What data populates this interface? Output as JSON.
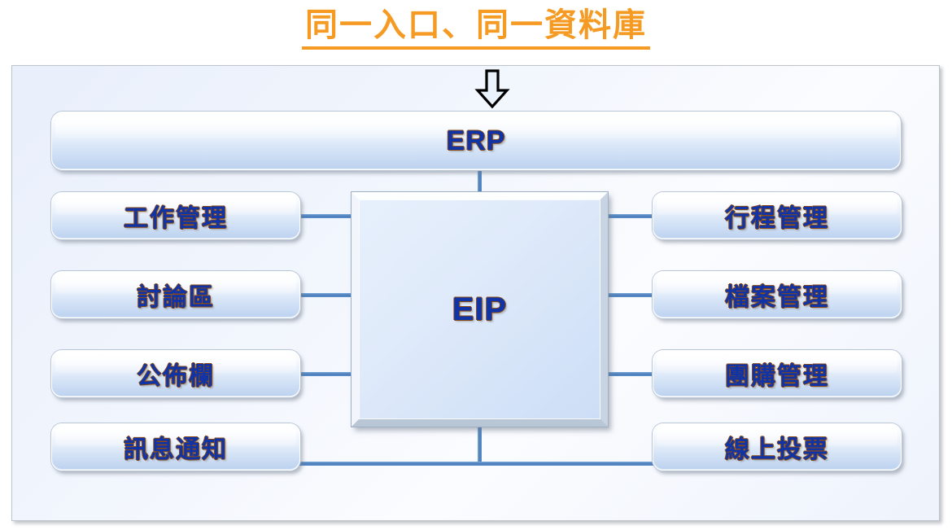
{
  "title": {
    "text": "同一入口、同一資料庫",
    "color": "#F59B23",
    "underline": true
  },
  "diagram": {
    "type": "hub-and-spoke",
    "panel_background": "#eef3fc",
    "connector_color": "#4a7ebb",
    "node_text_color": "#1034A6",
    "arrow": {
      "name": "down-arrow",
      "direction": "down",
      "fill": "#eaf3fb",
      "stroke": "#000000"
    },
    "top_node": {
      "id": "erp",
      "label": "ERP"
    },
    "center_node": {
      "id": "eip",
      "label": "EIP"
    },
    "left_nodes": [
      {
        "id": "work-management",
        "label": "工作管理"
      },
      {
        "id": "discussion-board",
        "label": "討論區"
      },
      {
        "id": "bulletin-board",
        "label": "公佈欄"
      },
      {
        "id": "message-notify",
        "label": "訊息通知"
      }
    ],
    "right_nodes": [
      {
        "id": "schedule-management",
        "label": "行程管理"
      },
      {
        "id": "file-management",
        "label": "檔案管理"
      },
      {
        "id": "group-buy-management",
        "label": "團購管理"
      },
      {
        "id": "online-voting",
        "label": "線上投票"
      }
    ]
  }
}
